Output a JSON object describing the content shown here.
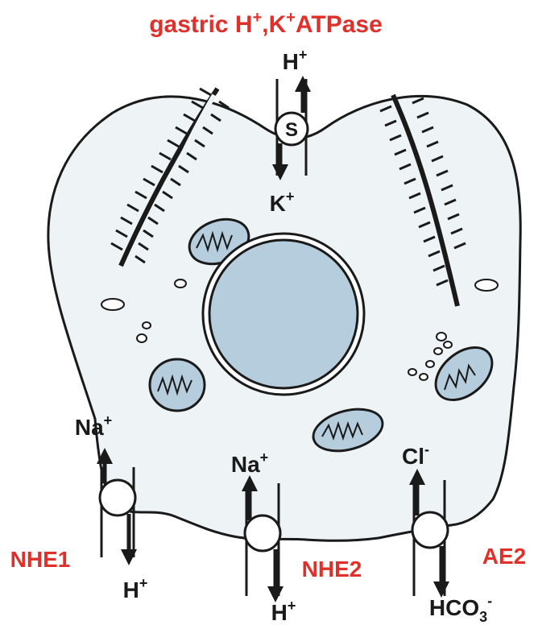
{
  "title": "gastric H",
  "title_sup1": "+",
  "title_mid": ",K",
  "title_sup2": "+",
  "title_tail": "ATPase",
  "apical_pump": {
    "symbol": "S",
    "out_ion": "H",
    "out_sup": "+",
    "in_ion": "K",
    "in_sup": "+"
  },
  "transporters": [
    {
      "name": "NHE1",
      "top_ion": "Na",
      "top_sup": "+",
      "bottom_ion": "H",
      "bottom_sup": "+"
    },
    {
      "name": "NHE2",
      "top_ion": "Na",
      "top_sup": "+",
      "bottom_ion": "H",
      "bottom_sup": "+"
    },
    {
      "name": "AE2",
      "top_ion": "Cl",
      "top_sup": "-",
      "bottom_ion": "HCO",
      "bottom_sub": "3",
      "bottom_sup": "-"
    }
  ],
  "colors": {
    "cytoplasm": "#eef3f5",
    "nucleus": "#b5cddd",
    "outline": "#1a1a1a",
    "label_red": "#e0302a"
  }
}
